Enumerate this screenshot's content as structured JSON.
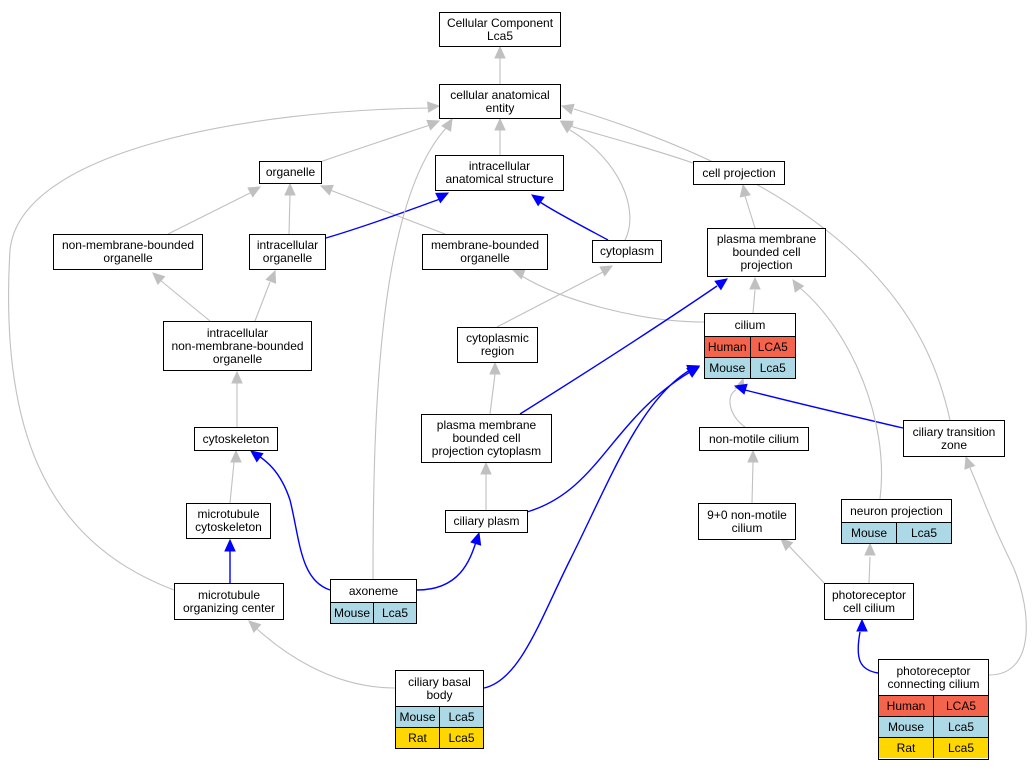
{
  "colors": {
    "grey_edge": "#c0c0c0",
    "blue_edge": "#0000ff",
    "human": "#f4644c",
    "mouse": "#add8e6",
    "rat": "#ffd700"
  },
  "nodes": {
    "root": {
      "label": "Cellular Component\nLca5"
    },
    "cae": {
      "label": "cellular anatomical\nentity"
    },
    "org": {
      "label": "organelle"
    },
    "ias": {
      "label": "intracellular\nanatomical structure"
    },
    "cellproj": {
      "label": "cell projection"
    },
    "nmbo": {
      "label": "non-membrane-bounded\norganelle"
    },
    "io": {
      "label": "intracellular\norganelle"
    },
    "mbo": {
      "label": "membrane-bounded\norganelle"
    },
    "cyto": {
      "label": "cytoplasm"
    },
    "pmbcp": {
      "label": "plasma membrane\nbounded cell\nprojection"
    },
    "inmbo": {
      "label": "intracellular\nnon-membrane-bounded\norganelle"
    },
    "cytoreg": {
      "label": "cytoplasmic\nregion"
    },
    "cilium": {
      "label": "cilium",
      "rows": [
        [
          "Human",
          "LCA5"
        ],
        [
          "Mouse",
          "Lca5"
        ]
      ]
    },
    "cytosk": {
      "label": "cytoskeleton"
    },
    "pmbcpc": {
      "label": "plasma membrane\nbounded cell\nprojection cytoplasm"
    },
    "nmc": {
      "label": "non-motile cilium"
    },
    "ctz": {
      "label": "ciliary transition\nzone"
    },
    "mtcs": {
      "label": "microtubule\ncytoskeleton"
    },
    "cplasm": {
      "label": "ciliary plasm"
    },
    "nmc90": {
      "label": "9+0 non-motile\ncilium"
    },
    "neuron": {
      "label": "neuron projection",
      "rows": [
        [
          "Mouse",
          "Lca5"
        ]
      ]
    },
    "mtoc": {
      "label": "microtubule\norganizing center"
    },
    "axon": {
      "label": "axoneme",
      "rows": [
        [
          "Mouse",
          "Lca5"
        ]
      ]
    },
    "pcc": {
      "label": "photoreceptor\ncell cilium"
    },
    "cbb": {
      "label": "ciliary basal\nbody",
      "rows": [
        [
          "Mouse",
          "Lca5"
        ],
        [
          "Rat",
          "Lca5"
        ]
      ]
    },
    "pconn": {
      "label": "photoreceptor\nconnecting cilium",
      "rows": [
        [
          "Human",
          "LCA5"
        ],
        [
          "Mouse",
          "Lca5"
        ],
        [
          "Rat",
          "Lca5"
        ]
      ]
    }
  }
}
